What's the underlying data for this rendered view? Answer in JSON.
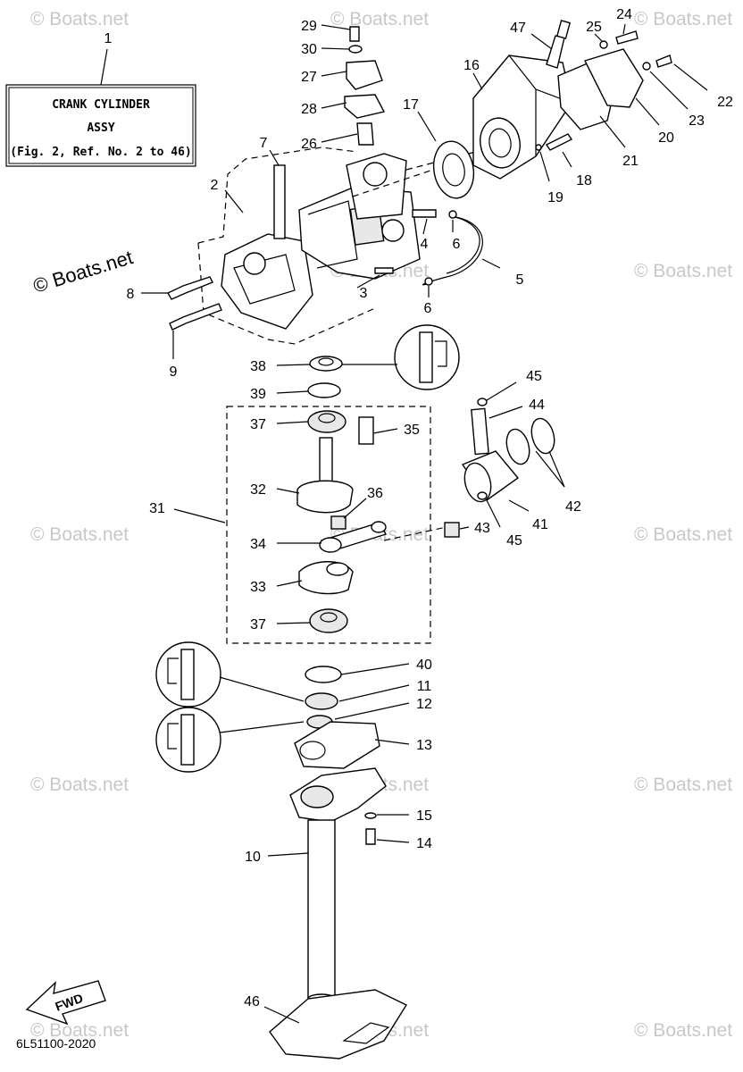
{
  "title_box": {
    "line1": "CRANK CYLINDER",
    "line2": "ASSY",
    "line3": "(Fig. 2, Ref. No. 2 to 46)",
    "callout": "1"
  },
  "watermark": "© Boats.net",
  "diagram_code": "6L51100-2020",
  "fwd_label": "FWD",
  "callouts": [
    "2",
    "3",
    "4",
    "5",
    "6",
    "6",
    "7",
    "8",
    "9",
    "10",
    "11",
    "12",
    "13",
    "14",
    "15",
    "16",
    "17",
    "18",
    "19",
    "20",
    "21",
    "22",
    "23",
    "24",
    "25",
    "26",
    "27",
    "28",
    "29",
    "30",
    "31",
    "32",
    "33",
    "34",
    "35",
    "36",
    "37",
    "37",
    "38",
    "39",
    "40",
    "41",
    "42",
    "43",
    "44",
    "45",
    "45",
    "46",
    "47"
  ]
}
